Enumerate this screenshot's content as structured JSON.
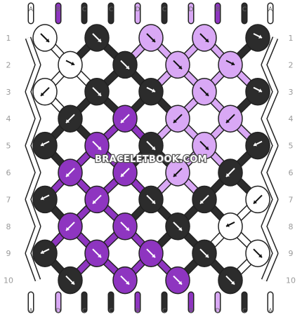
{
  "pattern": {
    "colors": {
      "A": "#ffffff",
      "B": "#8e35c0",
      "C": "#2c2c2c",
      "D": "#d9a8f5"
    },
    "top_order": [
      "A",
      "B",
      "C",
      "C",
      "D",
      "C",
      "D",
      "B",
      "C",
      "A"
    ],
    "bottom_order": [
      "A",
      "D",
      "C",
      "C",
      "B",
      "C",
      "B",
      "D",
      "C",
      "A"
    ],
    "rows": [
      {
        "label": "1",
        "knots": [
          "A",
          "C",
          "D",
          "D",
          "C"
        ],
        "arrows": [
          "r",
          "r",
          "r",
          "r",
          "f"
        ]
      },
      {
        "label": "2",
        "knots": [
          "A",
          "C",
          "D",
          "D"
        ],
        "arrows": [
          "f",
          "r",
          "r",
          "f"
        ]
      },
      {
        "label": "3",
        "knots": [
          "A",
          "C",
          "C",
          "D",
          "C"
        ],
        "arrows": [
          "l",
          "r",
          "f",
          "r",
          "f"
        ]
      },
      {
        "label": "4",
        "knots": [
          "C",
          "B",
          "D",
          "D"
        ],
        "arrows": [
          "l",
          "l",
          "l",
          "l"
        ]
      },
      {
        "label": "5",
        "knots": [
          "C",
          "B",
          "C",
          "D",
          "C"
        ],
        "arrows": [
          "b",
          "r",
          "r",
          "r",
          "b"
        ]
      },
      {
        "label": "6",
        "knots": [
          "B",
          "B",
          "D",
          "C"
        ],
        "arrows": [
          "l",
          "l",
          "l",
          "l"
        ]
      },
      {
        "label": "7",
        "knots": [
          "C",
          "B",
          "C",
          "C",
          "A"
        ],
        "arrows": [
          "b",
          "l",
          "r",
          "l",
          "l"
        ]
      },
      {
        "label": "8",
        "knots": [
          "B",
          "B",
          "C",
          "A"
        ],
        "arrows": [
          "l",
          "r",
          "r",
          "b"
        ]
      },
      {
        "label": "9",
        "knots": [
          "C",
          "B",
          "B",
          "C",
          "A"
        ],
        "arrows": [
          "b",
          "r",
          "r",
          "r",
          "r"
        ]
      },
      {
        "label": "10",
        "knots": [
          "C",
          "B",
          "B",
          "C"
        ],
        "arrows": [
          "r",
          "r",
          "r",
          "r"
        ]
      }
    ]
  },
  "watermark": "BRACELETBOOK.COM"
}
